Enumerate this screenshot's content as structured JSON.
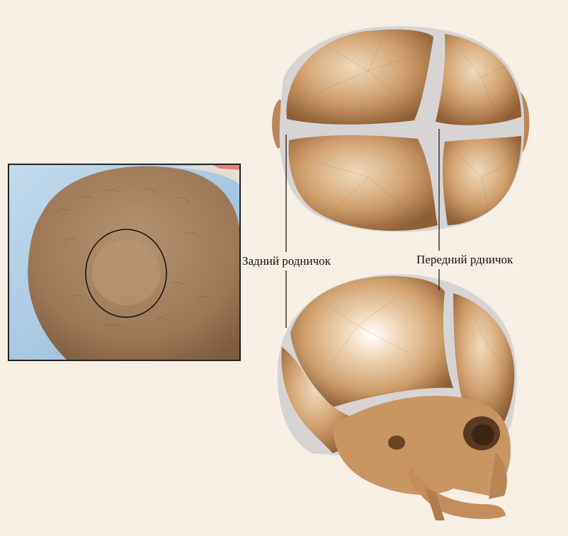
{
  "labels": {
    "posterior_fontanelle": "Задний родничок",
    "anterior_fontanelle": "Передний рдничок"
  },
  "colors": {
    "background": "#f7eee4",
    "bone_light": "#e8c59c",
    "bone_mid": "#c48f5e",
    "bone_dark": "#8a5a33",
    "membrane": "#d6d3d2",
    "photo_skin": "#a6815f",
    "photo_blanket": "#a9cbe6"
  },
  "icons": [
    "infant-head-photo",
    "skull-top-view",
    "skull-side-view"
  ]
}
